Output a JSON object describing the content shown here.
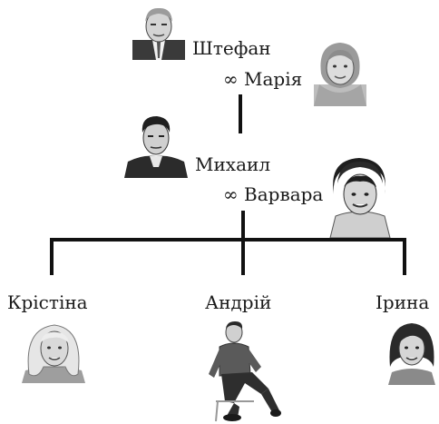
{
  "tree": {
    "grandfather": {
      "name": "Штефан",
      "icon": "elderly-man-portrait"
    },
    "grandmother": {
      "name": "∞ Марія",
      "icon": "elderly-woman-portrait"
    },
    "father": {
      "name": "Михаил",
      "icon": "man-portrait"
    },
    "mother": {
      "name": "∞ Варвара",
      "icon": "woman-portrait"
    },
    "children": [
      {
        "name": "Крістіна",
        "icon": "blonde-girl-portrait"
      },
      {
        "name": "Андрій",
        "icon": "seated-young-man"
      },
      {
        "name": "Ірина",
        "icon": "dark-haired-girl-portrait"
      }
    ]
  },
  "colors": {
    "line": "#111111",
    "skin": "#d8d8d8",
    "hair_dark": "#2a2a2a",
    "hair_grey": "#a8a8a8",
    "hair_light": "#e2e2e2"
  }
}
